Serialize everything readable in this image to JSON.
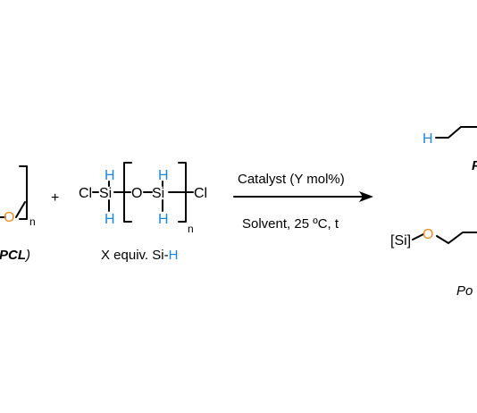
{
  "colors": {
    "oxygen": "#f58a1f",
    "hydrogen": "#1a86e0",
    "text": "#000000",
    "background": "#ffffff"
  },
  "reactant_pcl": {
    "oxygen": "O",
    "subscript": "n",
    "label_text": "PCL",
    "label_close": ")"
  },
  "plus_sign": "+",
  "reactant_siloxane": {
    "cl_left": "Cl",
    "si_left": "Si",
    "h_top_left": "H",
    "h_bottom_left": "H",
    "oxygen": "O",
    "si_right": "Si",
    "h_top_right": "H",
    "h_bottom_right": "H",
    "cl_right": "Cl",
    "subscript": "n",
    "caption_prefix": "X equiv. Si-",
    "caption_h": "H"
  },
  "conditions": {
    "above": "Catalyst (Y mol%)",
    "below": "Solvent, 25 ºC, t"
  },
  "product_top": {
    "hydrogen": "H",
    "label_fragment": "P"
  },
  "product_bottom": {
    "silicon": "[Si]",
    "oxygen": "O",
    "label_fragment": "Po"
  }
}
